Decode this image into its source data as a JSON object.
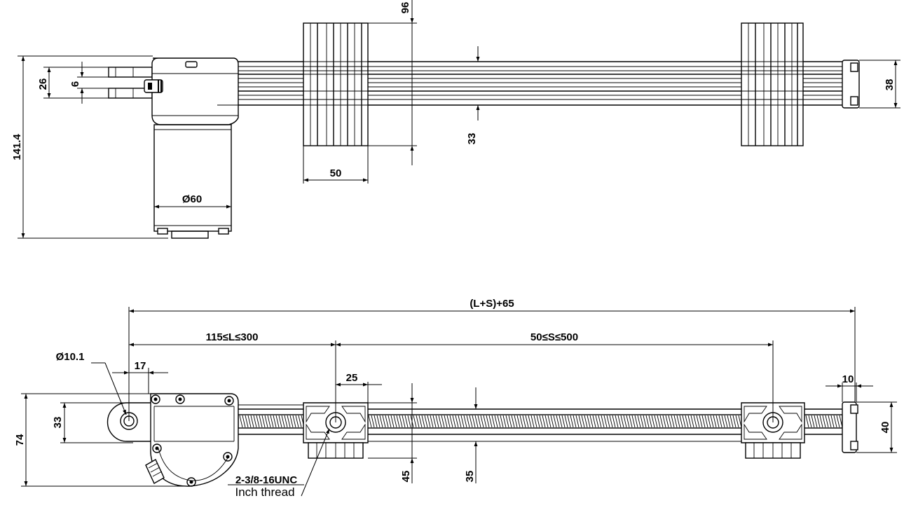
{
  "top_view": {
    "dims": {
      "overall_height": "141.4",
      "connector_height": "26",
      "connector_gap": "6",
      "motor_diameter": "Ø60",
      "block_height": "96",
      "block_width": "50",
      "rod_center": "33",
      "end_height": "38"
    }
  },
  "side_view": {
    "dims": {
      "total_length": "(L+S)+65",
      "retracted_range": "115≤L≤300",
      "stroke_range": "50≤S≤500",
      "hole_diameter": "Ø10.1",
      "hole_offset": "17",
      "block_offset": "25",
      "end_thickness": "10",
      "overall_height": "74",
      "hole_height": "33",
      "block_height": "45",
      "rail_height": "35",
      "end_height": "40"
    },
    "thread_spec": "2-3/8-16UNC",
    "thread_type": "Inch thread"
  }
}
